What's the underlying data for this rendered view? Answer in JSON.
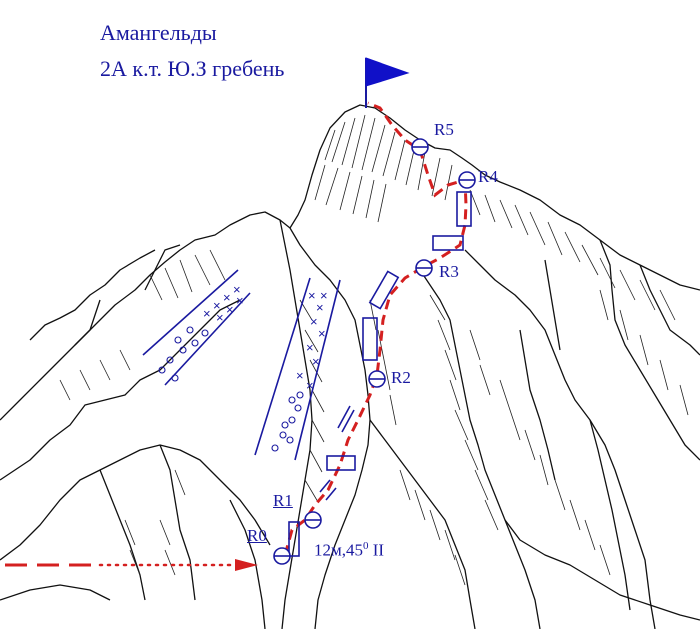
{
  "title": {
    "line1": "Амангельды",
    "line2": "2А к.т. Ю.З гребень"
  },
  "belays": {
    "r0": "R0",
    "r1": "R1",
    "r2": "R2",
    "r3": "R3",
    "r4": "R4",
    "r5": "R5"
  },
  "pitch_note": {
    "text": "12м,45",
    "superscript": "0",
    "grade": " II"
  },
  "colors": {
    "route": "#d42020",
    "marks": "#1a1aa0",
    "rock": "#111111"
  }
}
